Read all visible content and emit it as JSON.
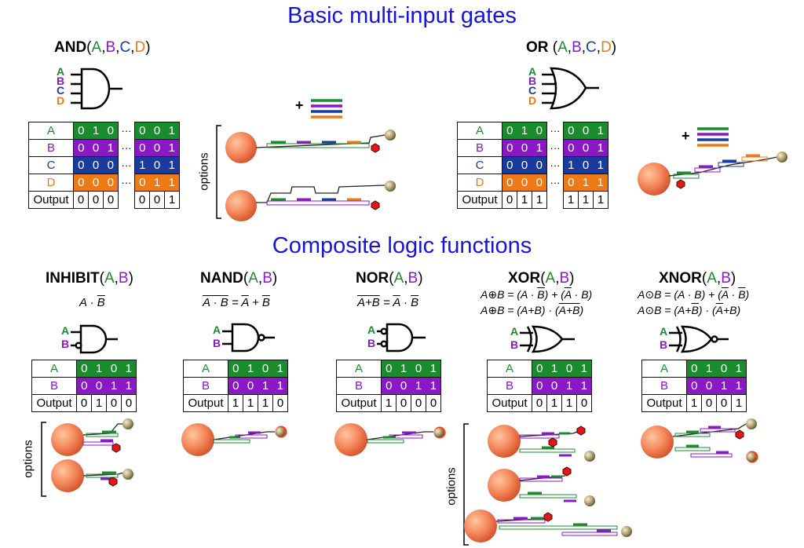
{
  "sections": {
    "basic": "Basic multi-input gates",
    "composite": "Composite logic functions"
  },
  "colors": {
    "A": "#1a8c2e",
    "B": "#8a18c4",
    "C": "#1a3a9c",
    "D": "#ee7a16",
    "title": "#1515d8"
  },
  "options_label": "options",
  "plus": "+",
  "gates": {
    "and": {
      "name": "AND",
      "open": "(",
      "close": ")",
      "sep": ",",
      "inputs": [
        "A",
        "B",
        "C",
        "D"
      ],
      "rows": [
        {
          "label": "A",
          "left": [
            "0",
            "1",
            "0"
          ],
          "right": [
            "0",
            "0",
            "1"
          ]
        },
        {
          "label": "B",
          "left": [
            "0",
            "0",
            "1"
          ],
          "right": [
            "0",
            "0",
            "1"
          ]
        },
        {
          "label": "C",
          "left": [
            "0",
            "0",
            "0"
          ],
          "right": [
            "1",
            "0",
            "1"
          ]
        },
        {
          "label": "D",
          "left": [
            "0",
            "0",
            "0"
          ],
          "right": [
            "0",
            "1",
            "1"
          ]
        }
      ],
      "output": {
        "label": "Output",
        "left": [
          "0",
          "0",
          "0"
        ],
        "right": [
          "0",
          "0",
          "1"
        ]
      },
      "ellipsis": "···"
    },
    "or": {
      "name": "OR",
      "open": " (",
      "close": ")",
      "sep": ",",
      "inputs": [
        "A",
        "B",
        "C",
        "D"
      ],
      "rows": [
        {
          "label": "A",
          "left": [
            "0",
            "1",
            "0"
          ],
          "right": [
            "0",
            "0",
            "1"
          ]
        },
        {
          "label": "B",
          "left": [
            "0",
            "0",
            "1"
          ],
          "right": [
            "0",
            "0",
            "1"
          ]
        },
        {
          "label": "C",
          "left": [
            "0",
            "0",
            "0"
          ],
          "right": [
            "1",
            "0",
            "1"
          ]
        },
        {
          "label": "D",
          "left": [
            "0",
            "0",
            "0"
          ],
          "right": [
            "0",
            "1",
            "1"
          ]
        }
      ],
      "output": {
        "label": "Output",
        "left": [
          "0",
          "1",
          "1"
        ],
        "right": [
          "1",
          "1",
          "1"
        ]
      },
      "ellipsis": "···"
    },
    "inhibit": {
      "name": "INHIBIT",
      "inputs": [
        "A",
        "B"
      ],
      "a": [
        "0",
        "1",
        "0",
        "1"
      ],
      "b": [
        "0",
        "0",
        "1",
        "1"
      ],
      "out": [
        "0",
        "1",
        "0",
        "0"
      ]
    },
    "nand": {
      "name": "NAND",
      "inputs": [
        "A",
        "B"
      ],
      "a": [
        "0",
        "1",
        "0",
        "1"
      ],
      "b": [
        "0",
        "0",
        "1",
        "1"
      ],
      "out": [
        "1",
        "1",
        "1",
        "0"
      ]
    },
    "nor": {
      "name": "NOR",
      "inputs": [
        "A",
        "B"
      ],
      "a": [
        "0",
        "1",
        "0",
        "1"
      ],
      "b": [
        "0",
        "0",
        "1",
        "1"
      ],
      "out": [
        "1",
        "0",
        "0",
        "0"
      ]
    },
    "xor": {
      "name": "XOR",
      "inputs": [
        "A",
        "B"
      ],
      "a": [
        "0",
        "1",
        "0",
        "1"
      ],
      "b": [
        "0",
        "0",
        "1",
        "1"
      ],
      "out": [
        "0",
        "1",
        "1",
        "0"
      ]
    },
    "xnor": {
      "name": "XNOR",
      "inputs": [
        "A",
        "B"
      ],
      "a": [
        "0",
        "1",
        "0",
        "1"
      ],
      "b": [
        "0",
        "0",
        "1",
        "1"
      ],
      "out": [
        "1",
        "0",
        "0",
        "1"
      ]
    }
  },
  "labels": {
    "A": "A",
    "B": "B",
    "C": "C",
    "D": "D",
    "output": "Output"
  },
  "formulas": {
    "inhibit": [
      "A · ",
      "B"
    ],
    "nand": [
      "A · B",
      " = ",
      "A",
      " + ",
      "B"
    ],
    "nor": [
      "A+B",
      " = ",
      "A",
      " · ",
      "B"
    ],
    "xor1": [
      "A⊕B = (A · ",
      "B",
      ") + (",
      "A",
      " · B)"
    ],
    "xor2": [
      "A⊕B = (A+B) · (",
      "A+B",
      ")"
    ],
    "xnor1": [
      "A⊙B = (A · B) + (",
      "A",
      " · ",
      "B",
      ")"
    ],
    "xnor2": [
      "A⊙B = (A+",
      "B",
      ") · (",
      "A",
      "+B)"
    ]
  }
}
